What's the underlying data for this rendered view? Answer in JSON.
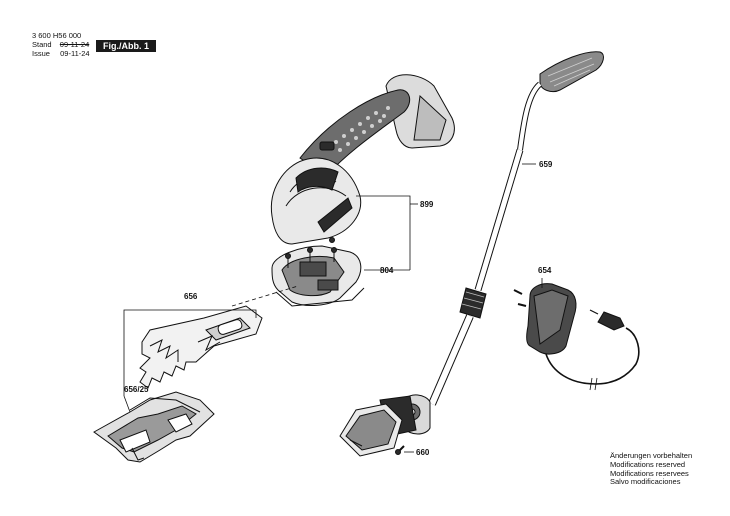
{
  "header": {
    "doc_number": "3 600 H56 000",
    "stand_label": "Stand",
    "stand_value": "09-11-24",
    "issue_label": "Issue",
    "issue_value": "09-11-24",
    "figure_label": "Fig./Abb. 1"
  },
  "parts": {
    "p899": "899",
    "p804": "804",
    "p656": "656",
    "p656_25": "656/25",
    "p659": "659",
    "p654": "654",
    "p660": "660"
  },
  "notes": [
    "Änderungen vorbehalten",
    "Modifications reserved",
    "Modifications reservees",
    "Salvo modificaciones"
  ],
  "colors": {
    "line": "#111111",
    "tool_body": "#e9e9e9",
    "grip": "#6d6d6d",
    "dark": "#2b2b2b"
  }
}
